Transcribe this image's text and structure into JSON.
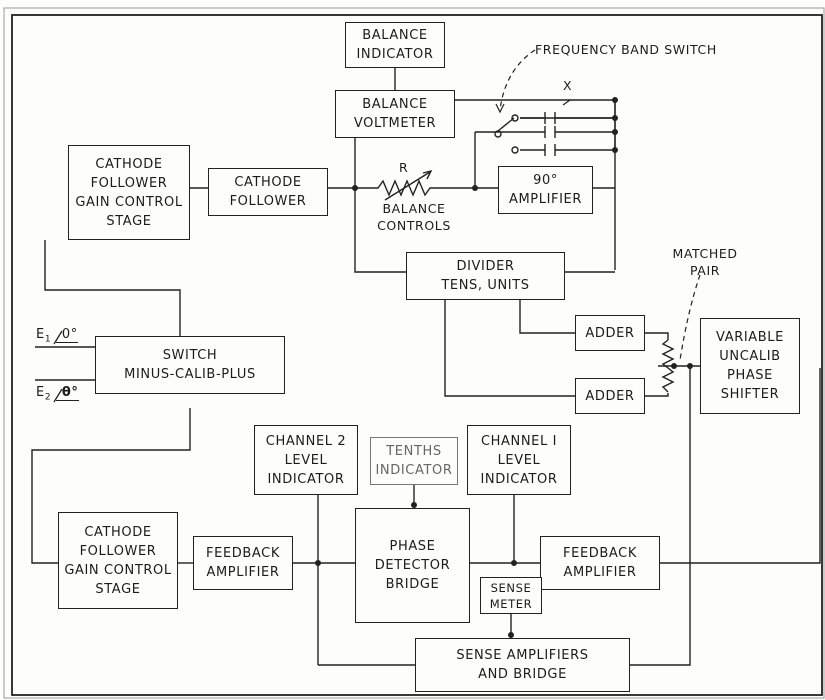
{
  "blocks": {
    "balance_indicator": [
      "BALANCE",
      "INDICATOR"
    ],
    "balance_voltmeter": [
      "BALANCE",
      "VOLTMETER"
    ],
    "cathode_follower_gain_top": [
      "CATHODE",
      "FOLLOWER",
      "GAIN CONTROL",
      "STAGE"
    ],
    "cathode_follower": [
      "CATHODE",
      "FOLLOWER"
    ],
    "amp_90": [
      "90°",
      "AMPLIFIER"
    ],
    "divider": [
      "DIVIDER",
      "TENS, UNITS"
    ],
    "switch": [
      "SWITCH",
      "MINUS-CALIB-PLUS"
    ],
    "adder_1": [
      "ADDER"
    ],
    "adder_2": [
      "ADDER"
    ],
    "phase_shifter": [
      "VARIABLE",
      "UNCALIB",
      "PHASE",
      "SHIFTER"
    ],
    "channel2_level": [
      "CHANNEL 2",
      "LEVEL",
      "INDICATOR"
    ],
    "tenths_indicator": [
      "TENTHS",
      "INDICATOR"
    ],
    "channel1_level": [
      "CHANNEL I",
      "LEVEL",
      "INDICATOR"
    ],
    "cathode_follower_gain_bottom": [
      "CATHODE",
      "FOLLOWER",
      "GAIN CONTROL",
      "STAGE"
    ],
    "feedback_amp_left": [
      "FEEDBACK",
      "AMPLIFIER"
    ],
    "phase_detector": [
      "PHASE",
      "DETECTOR",
      "BRIDGE"
    ],
    "feedback_amp_right": [
      "FEEDBACK",
      "AMPLIFIER"
    ],
    "sense_meter": [
      "SENSE",
      "METER"
    ],
    "sense_amplifiers": [
      "SENSE AMPLIFIERS",
      "AND BRIDGE"
    ]
  },
  "labels": {
    "frequency_band_switch": "FREQUENCY BAND SWITCH",
    "x_marker": "X",
    "resistor_r": "R",
    "balance_controls": [
      "BALANCE",
      "CONTROLS"
    ],
    "matched_pair": [
      "MATCHED",
      "PAIR"
    ],
    "e1": "E",
    "e1_sub": "1",
    "e1_angle": "0°",
    "e2": "E",
    "e2_sub": "2",
    "e2_angle": "θ°"
  }
}
